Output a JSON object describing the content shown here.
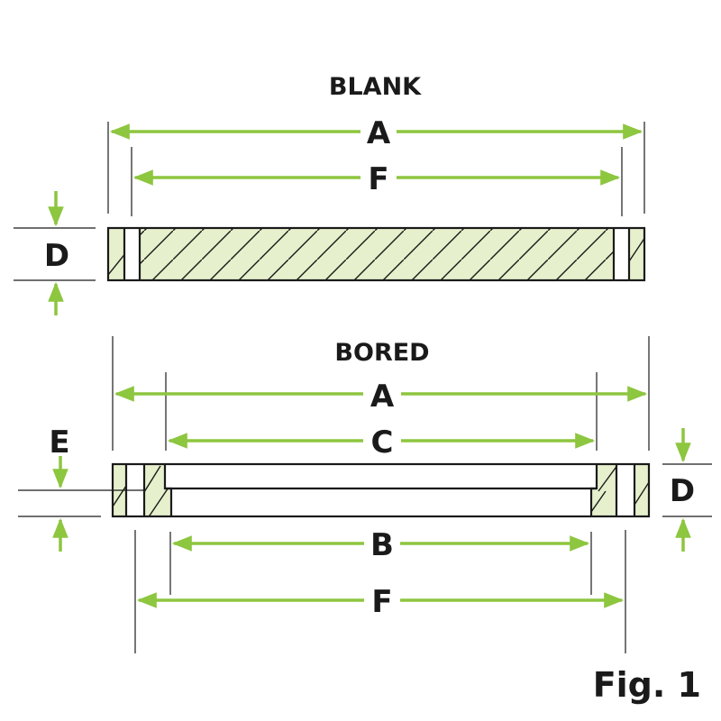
{
  "blank": {
    "title": "BLANK",
    "labels": {
      "a": "A",
      "f": "F",
      "d": "D"
    }
  },
  "bored": {
    "title": "BORED",
    "labels": {
      "a": "A",
      "c": "C",
      "e": "E",
      "d": "D",
      "b": "B",
      "f": "F"
    }
  },
  "figure_label": "Fig. 1",
  "colors": {
    "dimension": "#8dc63f",
    "fill": "#e6f0cc",
    "line": "#1a1a1a"
  }
}
